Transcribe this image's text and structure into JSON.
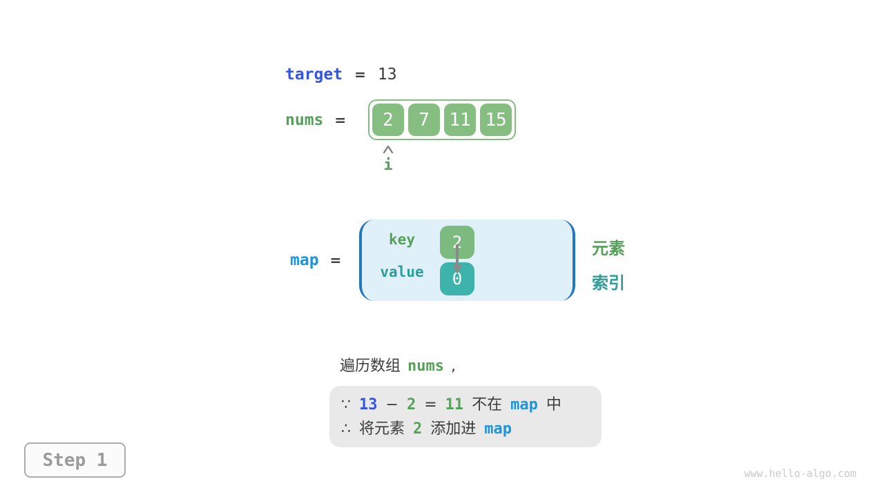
{
  "colors": {
    "royal_blue": "#3454E4",
    "azure_blue": "#1B95DB",
    "green": "#56A05A",
    "teal": "#2E9D99",
    "array_green": "#86BD80",
    "key_green": "#7DBA80",
    "value_teal": "#3DB3AC",
    "map_fill": "#DFF0F9",
    "map_bracket": "#2377BE",
    "note_bg": "#E9E9E9",
    "dark_text": "#3C3C3C"
  },
  "target_line": {
    "label": "target",
    "equals": "=",
    "value": "13"
  },
  "nums_line": {
    "label": "nums",
    "equals": "=",
    "values": [
      "2",
      "7",
      "11",
      "15"
    ],
    "pointer_label": "i"
  },
  "map_section": {
    "label": "map",
    "equals": "=",
    "key_label": "key",
    "value_label": "value",
    "entry": {
      "key": "2",
      "value": "0"
    },
    "legend_element": "元素",
    "legend_index": "索引"
  },
  "caption": {
    "prefix": "遍历数组",
    "code": "nums",
    "suffix": ","
  },
  "note_box": {
    "line1": [
      {
        "t": "∵",
        "c": "dark"
      },
      {
        "t": "13",
        "c": "blue"
      },
      {
        "t": "−",
        "c": "dark"
      },
      {
        "t": "2",
        "c": "green"
      },
      {
        "t": "=",
        "c": "dark"
      },
      {
        "t": "11",
        "c": "green"
      },
      {
        "t": "不在",
        "c": "dark"
      },
      {
        "t": "map",
        "c": "azure"
      },
      {
        "t": "中",
        "c": "dark"
      }
    ],
    "line2": [
      {
        "t": "∴",
        "c": "dark"
      },
      {
        "t": "将元素",
        "c": "dark"
      },
      {
        "t": "2",
        "c": "green"
      },
      {
        "t": "添加进",
        "c": "dark"
      },
      {
        "t": "map",
        "c": "azure"
      }
    ]
  },
  "step_badge": {
    "label": "Step 1"
  },
  "watermark": {
    "text": "www.hello-algo.com"
  }
}
